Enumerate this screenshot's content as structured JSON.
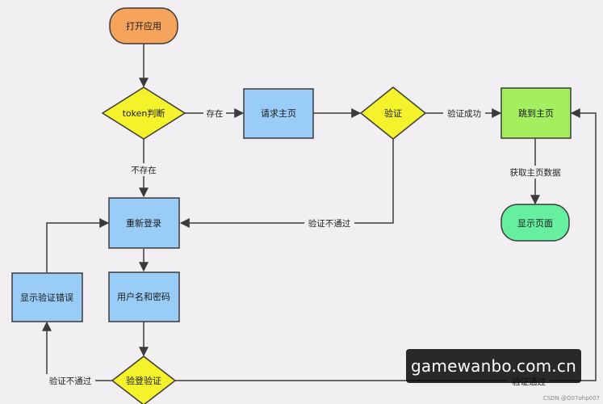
{
  "colors": {
    "start": "#f6a35c",
    "decision": "#f4f22a",
    "process": "#99ccf7",
    "success": "#a4ef5f",
    "end": "#65ef9f",
    "stroke": "#3b3b3b"
  },
  "nodes": {
    "open_app": "打开应用",
    "token_check": "token判断",
    "request_home": "请求主页",
    "verify": "验证",
    "jump_home": "跳到主页",
    "show_page": "显示页面",
    "relogin": "重新登录",
    "credentials": "用户名和密码",
    "show_error": "显示验证错误",
    "login_verify": "验登验证"
  },
  "edges": {
    "exists": "存在",
    "not_exists": "不存在",
    "verify_success": "验证成功",
    "verify_failed_top": "验证不通过",
    "fetch_home_data": "获取主页数据",
    "verify_failed_bottom": "验证不通过",
    "verify_passed": "验证通过"
  },
  "watermark": "gamewanbo.com.cn",
  "credit": "CSDN @O07ohp007"
}
